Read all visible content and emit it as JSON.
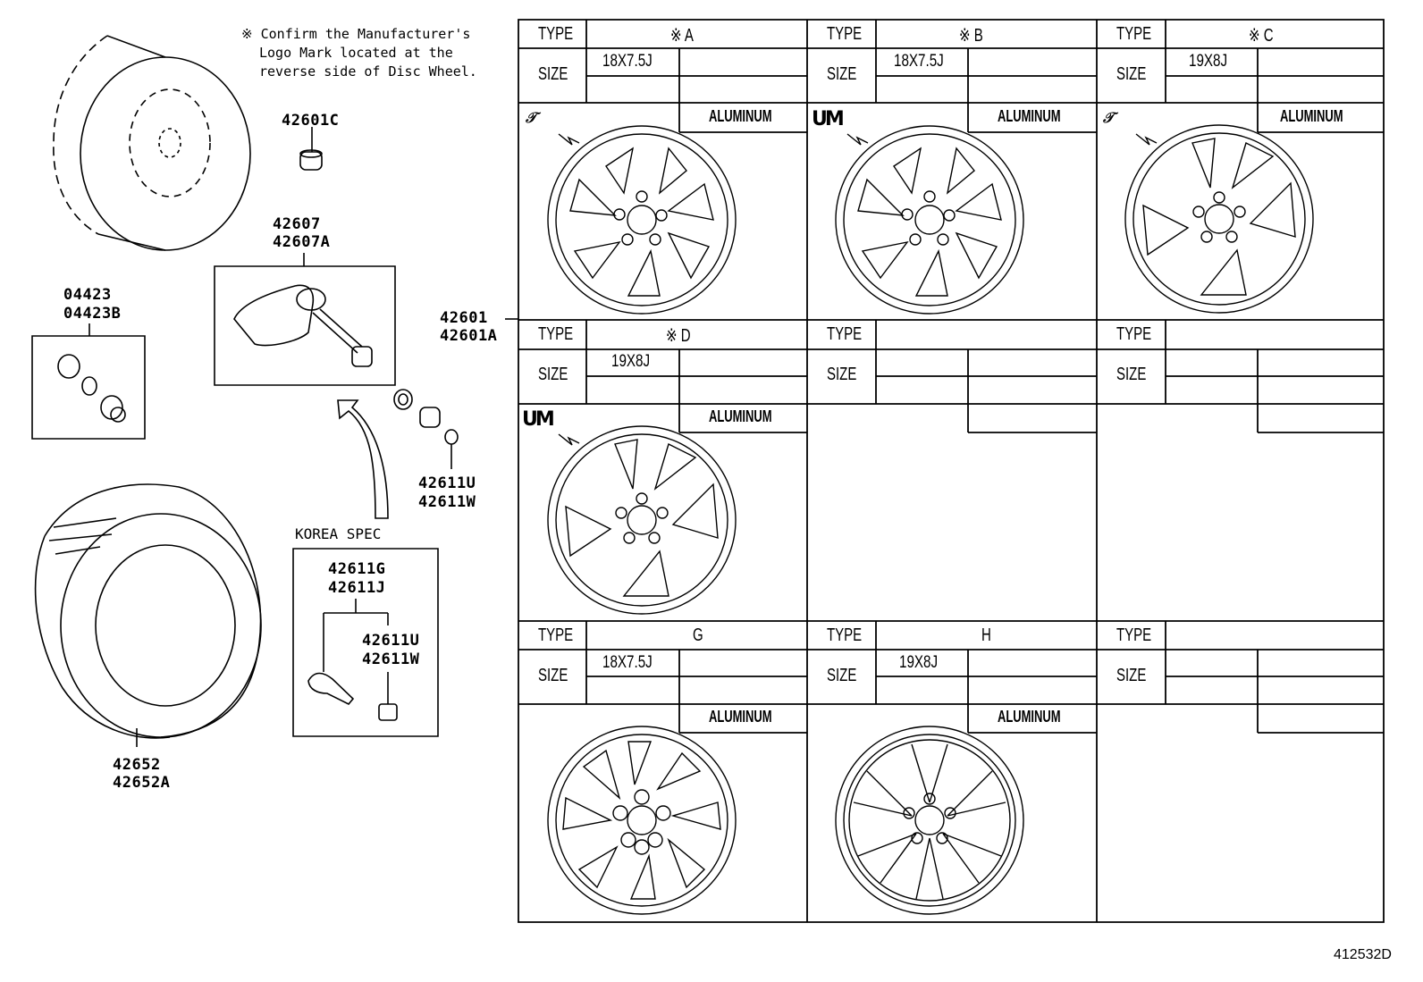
{
  "note": {
    "line1": "※ Confirm the Manufacturer's",
    "line2": "Logo Mark located at the",
    "line3": "reverse side of Disc Wheel."
  },
  "parts": {
    "p42601c": "42601C",
    "p42607": "42607",
    "p42607a": "42607A",
    "p04423": "04423",
    "p04423b": "04423B",
    "p42601": "42601",
    "p42601a": "42601A",
    "p42611u_a": "42611U",
    "p42611w_a": "42611W",
    "korea_spec": "KOREA SPEC",
    "p42611g": "42611G",
    "p42611j": "42611J",
    "p42611u_b": "42611U",
    "p42611w_b": "42611W",
    "p42652": "42652",
    "p42652a": "42652A"
  },
  "table": {
    "type_label": "TYPE",
    "size_label": "SIZE",
    "material": "ALUMINUM",
    "cells": [
      {
        "type": "※ A",
        "size": "18X7.5J",
        "material": "ALUMINUM",
        "logo": "tmc-logo",
        "wheel": "8-spoke"
      },
      {
        "type": "※ B",
        "size": "18X7.5J",
        "material": "ALUMINUM",
        "logo": "um-logo",
        "wheel": "8-spoke"
      },
      {
        "type": "※ C",
        "size": "19X8J",
        "material": "ALUMINUM",
        "logo": "tmc-logo",
        "wheel": "5-spoke"
      },
      {
        "type": "※ D",
        "size": "19X8J",
        "material": "ALUMINUM",
        "logo": "um-logo",
        "wheel": "5-spoke"
      },
      {
        "type": "",
        "size": "",
        "material": "",
        "logo": "",
        "wheel": ""
      },
      {
        "type": "",
        "size": "",
        "material": "",
        "logo": "",
        "wheel": ""
      },
      {
        "type": "G",
        "size": "18X7.5J",
        "material": "ALUMINUM",
        "logo": "",
        "wheel": "10-spoke"
      },
      {
        "type": "H",
        "size": "19X8J",
        "material": "ALUMINUM",
        "logo": "",
        "wheel": "multi-spoke"
      },
      {
        "type": "",
        "size": "",
        "material": "",
        "logo": "",
        "wheel": ""
      }
    ]
  },
  "diagram_code": "412532D"
}
